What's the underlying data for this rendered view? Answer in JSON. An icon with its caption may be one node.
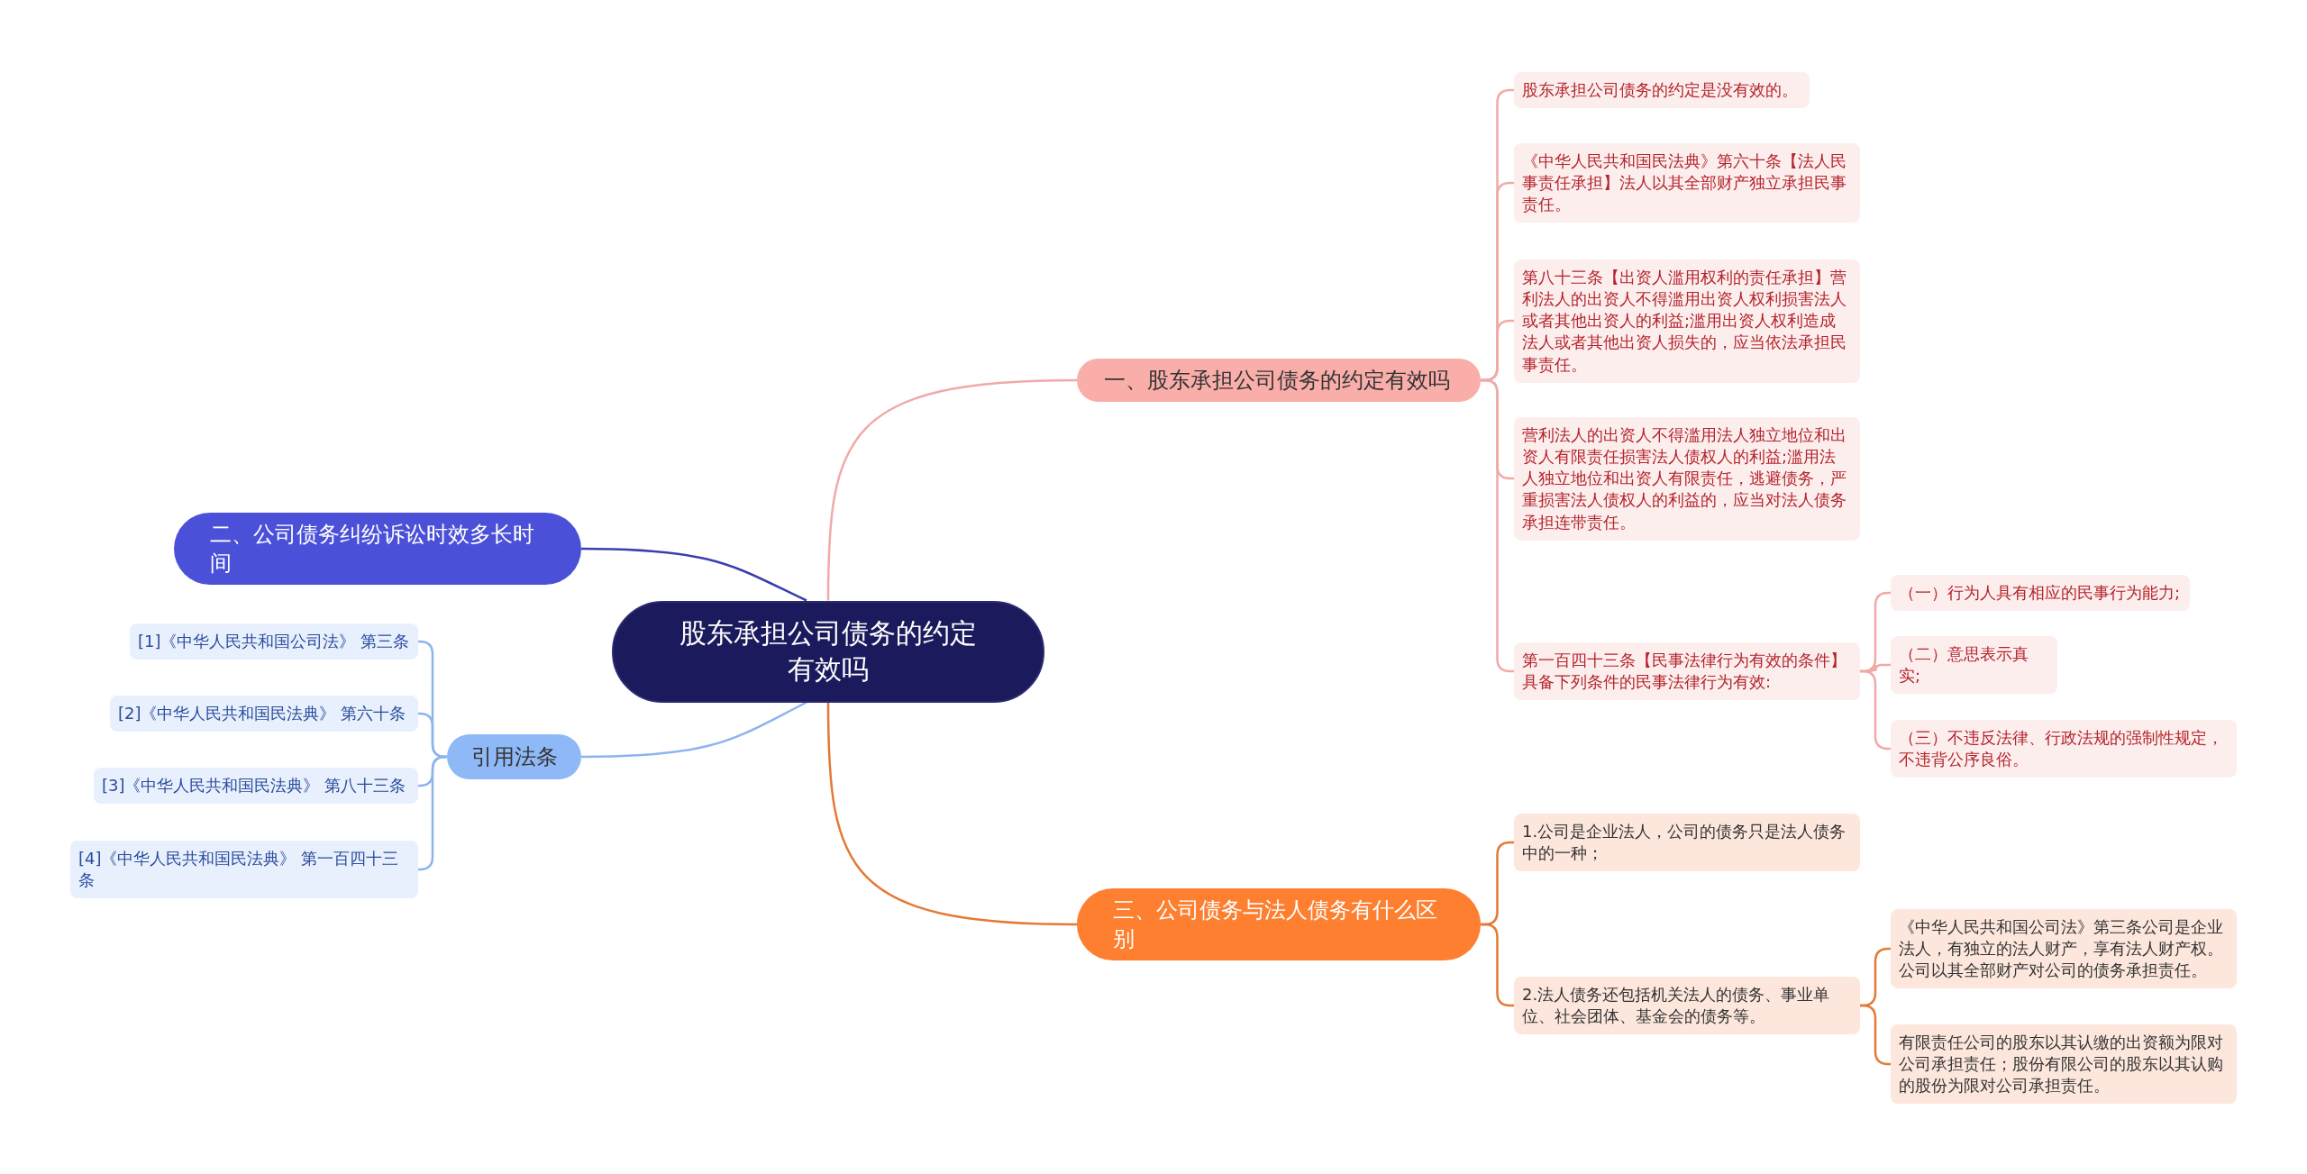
{
  "diagram": {
    "nodes": [
      {
        "text": [
          "股东承担公司债务的约定有效吗"
        ]
      },
      {
        "text": [
          "一、股东承担公司债务的约定有效吗"
        ]
      },
      {
        "text": [
          "股东承担公司债务的约定是没有效的。"
        ]
      },
      {
        "text": [
          "《中华人民共和国民法典》第六十条【法人民事责任承担】法人以其全部财产独立承担民事责任。"
        ]
      },
      {
        "text": [
          "第八十三条【出资人滥用权利的责任承担】营利法人的出资人不得滥用出资人权利损害法人或者其他出资人的利益;滥用出资人权利造成法人或者其他出资人损失的，应当依法承担民事责任。"
        ]
      },
      {
        "text": [
          "营利法人的出资人不得滥用法人独立地位和出资人有限责任损害法人债权人的利益;滥用法人独立地位和出资人有限责任，逃避债务，严重损害法人债权人的利益的，应当对法人债务承担连带责任。"
        ]
      },
      {
        "text": [
          "第一百四十三条【民事法律行为有效的条件】具备下列条件的民事法律行为有效:"
        ]
      },
      {
        "text": [
          "（一）行为人具有相应的民事行为能力;"
        ]
      },
      {
        "text": [
          "（二）意思表示真实;"
        ]
      },
      {
        "text": [
          "（三）不违反法律、行政法规的强制性规定，不违背公序良俗。"
        ]
      },
      {
        "text": [
          "二、公司债务纠纷诉讼时效多长时间"
        ]
      },
      {
        "text": [
          "引用法条"
        ]
      },
      {
        "text": [
          "[1]《中华人民共和国公司法》 第三条"
        ]
      },
      {
        "text": [
          "[2]《中华人民共和国民法典》 第六十条"
        ]
      },
      {
        "text": [
          "[3]《中华人民共和国民法典》 第八十三条"
        ]
      },
      {
        "text": [
          "[4]《中华人民共和国民法典》 第一百四十三条"
        ]
      },
      {
        "text": [
          "三、公司债务与法人债务有什么区别"
        ]
      },
      {
        "text": [
          "1.公司是企业法人，公司的债务只是法人债务中的一种；"
        ]
      },
      {
        "text": [
          "2.法人债务还包括机关法人的债务、事业单位、社会团体、基金会的债务等。"
        ]
      },
      {
        "text": [
          "《中华人民共和国公司法》第三条公司是企业法人，有独立的法人财产，享有法人财产权。公司以其全部财产对公司的债务承担责任。"
        ]
      },
      {
        "text": [
          "有限责任公司的股东以其认缴的出资额为限对公司承担责任；股份有限公司的股东以其认购的股份为限对公司承担责任。"
        ]
      }
    ],
    "edges": [
      {
        "from": 0,
        "to": 1,
        "arrow": "none"
      },
      {
        "from": 1,
        "to": 2,
        "arrow": "none"
      },
      {
        "from": 1,
        "to": 3,
        "arrow": "none"
      },
      {
        "from": 1,
        "to": 4,
        "arrow": "none"
      },
      {
        "from": 1,
        "to": 5,
        "arrow": "none"
      },
      {
        "from": 1,
        "to": 6,
        "arrow": "none"
      },
      {
        "from": 6,
        "to": 7,
        "arrow": "none"
      },
      {
        "from": 6,
        "to": 8,
        "arrow": "none"
      },
      {
        "from": 6,
        "to": 9,
        "arrow": "none"
      },
      {
        "from": 0,
        "to": 10,
        "arrow": "none",
        "color": "#3a3fae"
      },
      {
        "from": 0,
        "to": 11,
        "arrow": "none",
        "color": "#8db4ee"
      },
      {
        "from": 11,
        "to": 12,
        "arrow": "none",
        "color": "#8db4ee"
      },
      {
        "from": 11,
        "to": 13,
        "arrow": "none",
        "color": "#8db4ee"
      },
      {
        "from": 11,
        "to": 14,
        "arrow": "none",
        "color": "#8db4ee"
      },
      {
        "from": 11,
        "to": 15,
        "arrow": "none",
        "color": "#8db4ee"
      },
      {
        "from": 0,
        "to": 16,
        "arrow": "none",
        "color": "#e47a35"
      },
      {
        "from": 16,
        "to": 17,
        "arrow": "none",
        "color": "#e47a35"
      },
      {
        "from": 16,
        "to": 18,
        "arrow": "none",
        "color": "#e47a35"
      },
      {
        "from": 18,
        "to": 19,
        "arrow": "none",
        "color": "#e47a35"
      },
      {
        "from": 18,
        "to": 20,
        "arrow": "none",
        "color": "#e47a35"
      }
    ]
  }
}
